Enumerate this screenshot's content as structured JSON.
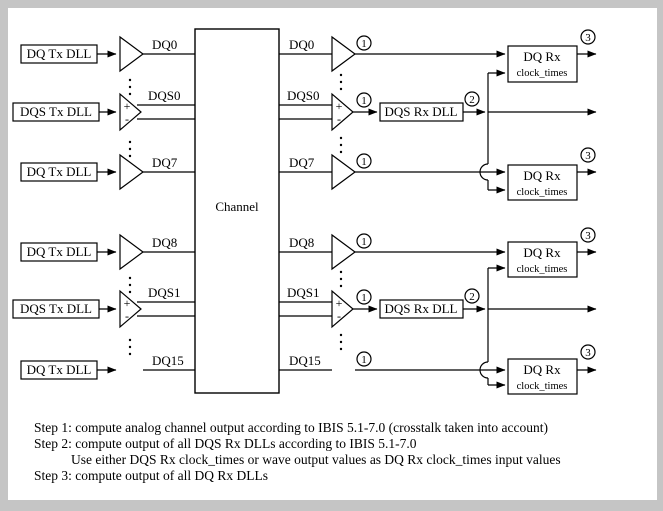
{
  "colors": {
    "canvas_bg": "#c5c5c5",
    "panel_bg": "#ffffff",
    "line": "#000000"
  },
  "diagram": {
    "channel": "Channel",
    "rows": [
      {
        "box": "DQ Tx DLL",
        "signal": "DQ0"
      },
      {
        "box": "DQS Tx DLL",
        "signal": "DQS0"
      },
      {
        "box": "DQ Tx DLL",
        "signal": "DQ7"
      },
      {
        "box": "DQ Tx DLL",
        "signal": "DQ8"
      },
      {
        "box": "DQS Tx DLL",
        "signal": "DQS1"
      },
      {
        "box": "DQ Tx DLL",
        "signal": "DQ15"
      }
    ],
    "dqs_rx_dll": "DQS Rx DLL",
    "dq_rx": {
      "line1": "DQ Rx",
      "line2": "clock_times"
    },
    "step_markers": {
      "step1": "1",
      "step2": "2",
      "step3": "3"
    },
    "polarity": {
      "plus": "+",
      "minus": "-"
    }
  },
  "notes": {
    "line1": "Step 1: compute analog channel output according to IBIS 5.1-7.0 (crosstalk taken into account)",
    "line2": "Step 2: compute output of all DQS Rx DLLs according to IBIS 5.1-7.0",
    "line3": "Use either DQS Rx clock_times or wave output values as DQ Rx clock_times input values",
    "line4": "Step 3: compute output of all DQ Rx DLLs"
  }
}
